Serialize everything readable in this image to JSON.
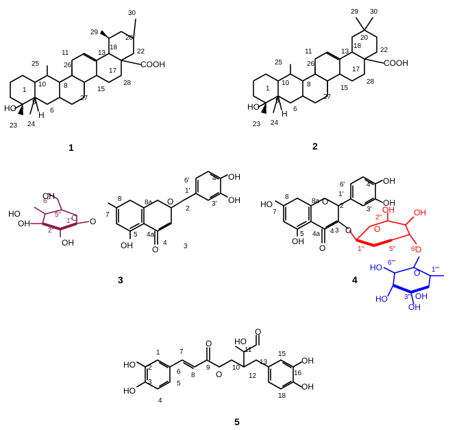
{
  "figure": {
    "colors": {
      "ink": "#000000",
      "glucoside": "#8b1a4a",
      "galactoside": "#ff0000",
      "rhamnoside": "#0000ff"
    },
    "compounds": [
      {
        "id": "1",
        "labels": [
          "1",
          "3",
          "5",
          "6",
          "8",
          "10",
          "11",
          "13",
          "15",
          "17",
          "18",
          "20",
          "22",
          "23",
          "24",
          "25",
          "26",
          "27",
          "28",
          "29",
          "30"
        ],
        "groups": [
          "HO",
          "H",
          "COOH"
        ]
      },
      {
        "id": "2",
        "labels": [
          "1",
          "3",
          "5",
          "6",
          "8",
          "10",
          "11",
          "13",
          "15",
          "17",
          "18",
          "20",
          "22",
          "23",
          "24",
          "25",
          "26",
          "27",
          "28",
          "29",
          "30"
        ],
        "groups": [
          "HO",
          "H",
          "COOH"
        ]
      },
      {
        "id": "3",
        "labels": [
          "2",
          "3",
          "4",
          "4a",
          "5",
          "7",
          "8",
          "8a",
          "1'",
          "3'",
          "4'",
          "6'",
          "1''",
          "2''",
          "5''",
          "6''"
        ],
        "groups": [
          "OH",
          "OH",
          "OH",
          "OH",
          "OH",
          "OH",
          "HO",
          "O",
          "O",
          "O",
          "O"
        ]
      },
      {
        "id": "4",
        "labels": [
          "2",
          "3",
          "4",
          "4a",
          "5",
          "7",
          "8",
          "8a",
          "1'",
          "3'",
          "4'",
          "6'",
          "1''",
          "2''",
          "5''",
          "6''",
          "1'''",
          "3'''",
          "6'''"
        ],
        "groups": [
          "HO",
          "OH",
          "OH",
          "OH",
          "OH",
          "OH",
          "HO",
          "HO",
          "OH",
          "OH",
          "O",
          "O",
          "O",
          "O",
          "O",
          "O"
        ]
      },
      {
        "id": "5",
        "labels": [
          "1",
          "2",
          "3",
          "4",
          "5",
          "6",
          "7",
          "8",
          "9",
          "10",
          "11",
          "12",
          "13",
          "15",
          "16",
          "18"
        ],
        "groups": [
          "HO",
          "HO",
          "HO",
          "OH",
          "OH",
          "O",
          "O",
          "O"
        ]
      }
    ]
  }
}
